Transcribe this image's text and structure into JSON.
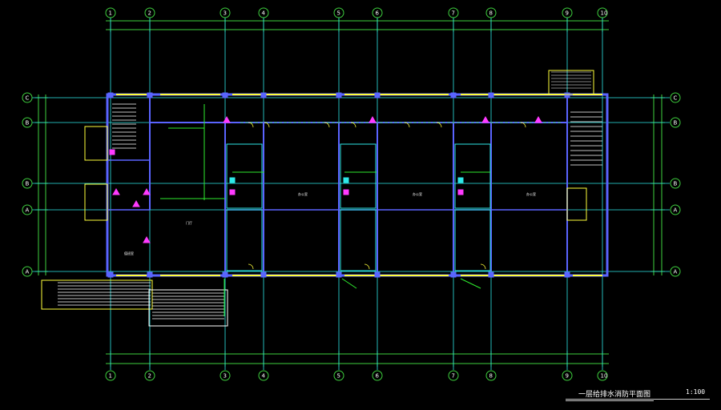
{
  "drawing": {
    "title": "一层给排水消防平面图",
    "scale": "1:100",
    "colors": {
      "background": "#000000",
      "grid": "#2ee8e8",
      "wall": "#5a64ff",
      "window": "#ffff3a",
      "dimension": "#3ecf3e",
      "pipe": "#2eea2e",
      "text": "#ffffff",
      "fixture": "#ff3aff",
      "stair": "#ffffff"
    }
  },
  "axes": {
    "vertical": [
      "1",
      "2",
      "3",
      "4",
      "5",
      "6",
      "7",
      "8",
      "9",
      "10"
    ],
    "horizontal": [
      "C",
      "B",
      "B",
      "A",
      "A"
    ]
  },
  "rooms": {
    "labels": [
      "办公室",
      "办公室",
      "办公室",
      "门厅",
      "值班室"
    ]
  }
}
